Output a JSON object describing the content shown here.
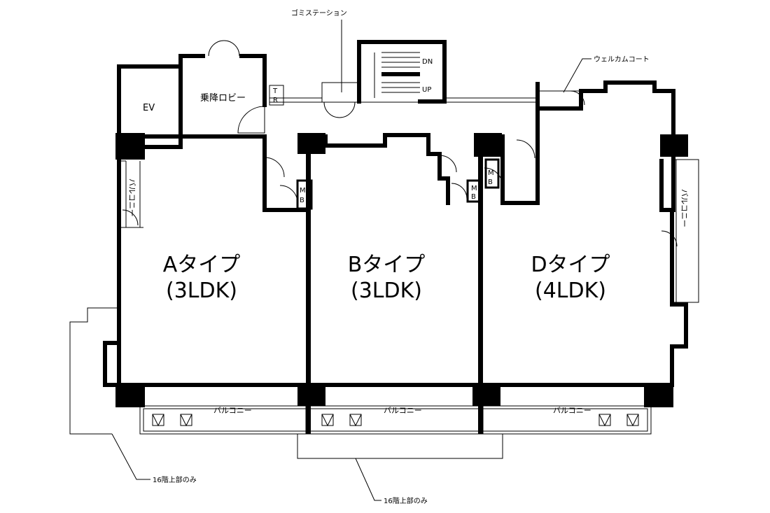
{
  "units": [
    {
      "type": "Aタイプ",
      "layout": "(3LDK)"
    },
    {
      "type": "Bタイプ",
      "layout": "(3LDK)"
    },
    {
      "type": "Dタイプ",
      "layout": "(4LDK)"
    }
  ],
  "rooms": {
    "ev": "EV",
    "lobby": "乗降ロビー",
    "tr_t": "T",
    "tr_r": "R",
    "mb_a": [
      "M",
      "B"
    ],
    "mb_b": [
      "M",
      "B"
    ],
    "mb_d": [
      "M",
      "B"
    ],
    "stair_dn": "DN",
    "stair_up": "UP"
  },
  "balconies": {
    "south_a": "バルコニー",
    "south_b": "バルコニー",
    "south_d": "バルコニー",
    "west": "バルコニー",
    "east": "バルコニー"
  },
  "callouts": {
    "garbage": "ゴミステーション",
    "welcome": "ウェルカムコート",
    "floor16_left": "16階上部のみ",
    "floor16_center": "16階上部のみ"
  }
}
